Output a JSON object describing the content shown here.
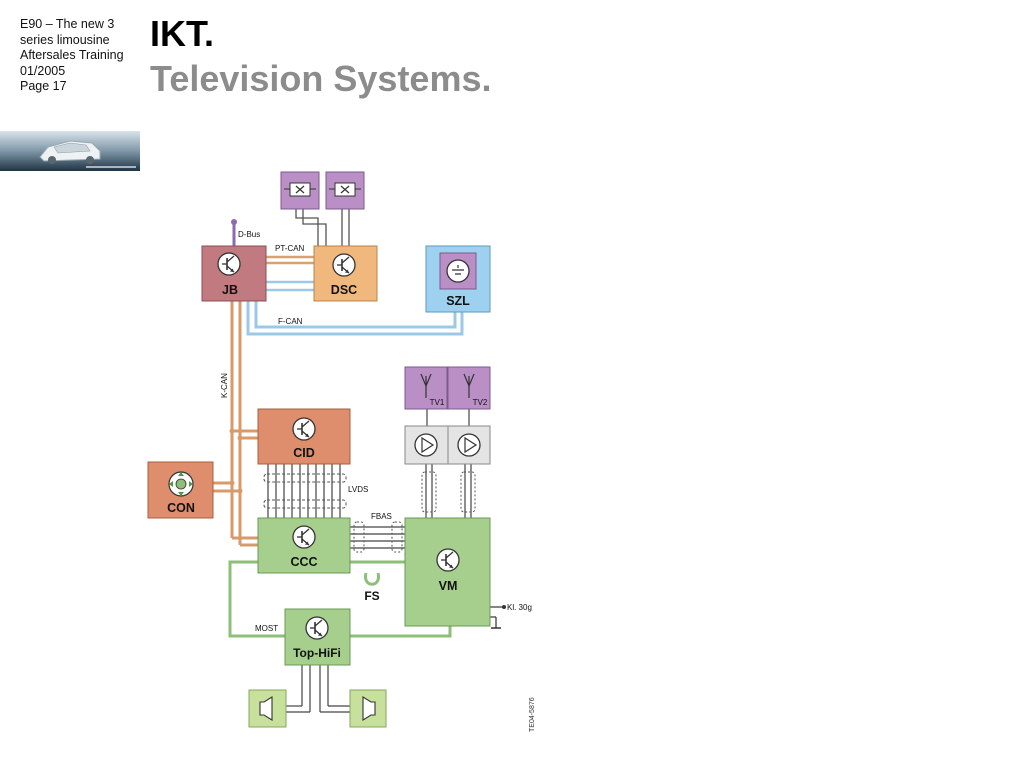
{
  "sidebar": {
    "lines": [
      "E90 – The new 3",
      "series limousine",
      "Aftersales Training",
      "01/2005",
      "Page 17"
    ]
  },
  "header": {
    "title": "IKT.",
    "subtitle": "Television Systems."
  },
  "diagram": {
    "modules": {
      "jb": "JB",
      "dsc": "DSC",
      "szl": "SZL",
      "cid": "CID",
      "con": "CON",
      "ccc": "CCC",
      "vm": "VM",
      "top_hifi": "Top-HiFi",
      "tv1": "TV1",
      "tv2": "TV2"
    },
    "labels": {
      "d_bus": "D-Bus",
      "pt_can": "PT-CAN",
      "f_can": "F-CAN",
      "k_can": "K-CAN",
      "lvds": "LVDS",
      "fbas": "FBAS",
      "fs": "FS",
      "most": "MOST",
      "kl30g": "Kl. 30g",
      "figure_id": "TE04-5876"
    },
    "colors": {
      "jb": "#c07a80",
      "dsc": "#f0b87c",
      "szl": "#9ed0ef",
      "cid": "#de8e6c",
      "con": "#de8e6c",
      "green": "#a6cf8e",
      "purple": "#b98fc6",
      "gray_box": "#e4e4e4",
      "speaker": "#c7e09c",
      "kcan_wire": "#d99a6a",
      "fcan_wire": "#9cc8e8",
      "ptcan_wire": "#d9a070",
      "most_wire": "#8dbf78"
    }
  }
}
